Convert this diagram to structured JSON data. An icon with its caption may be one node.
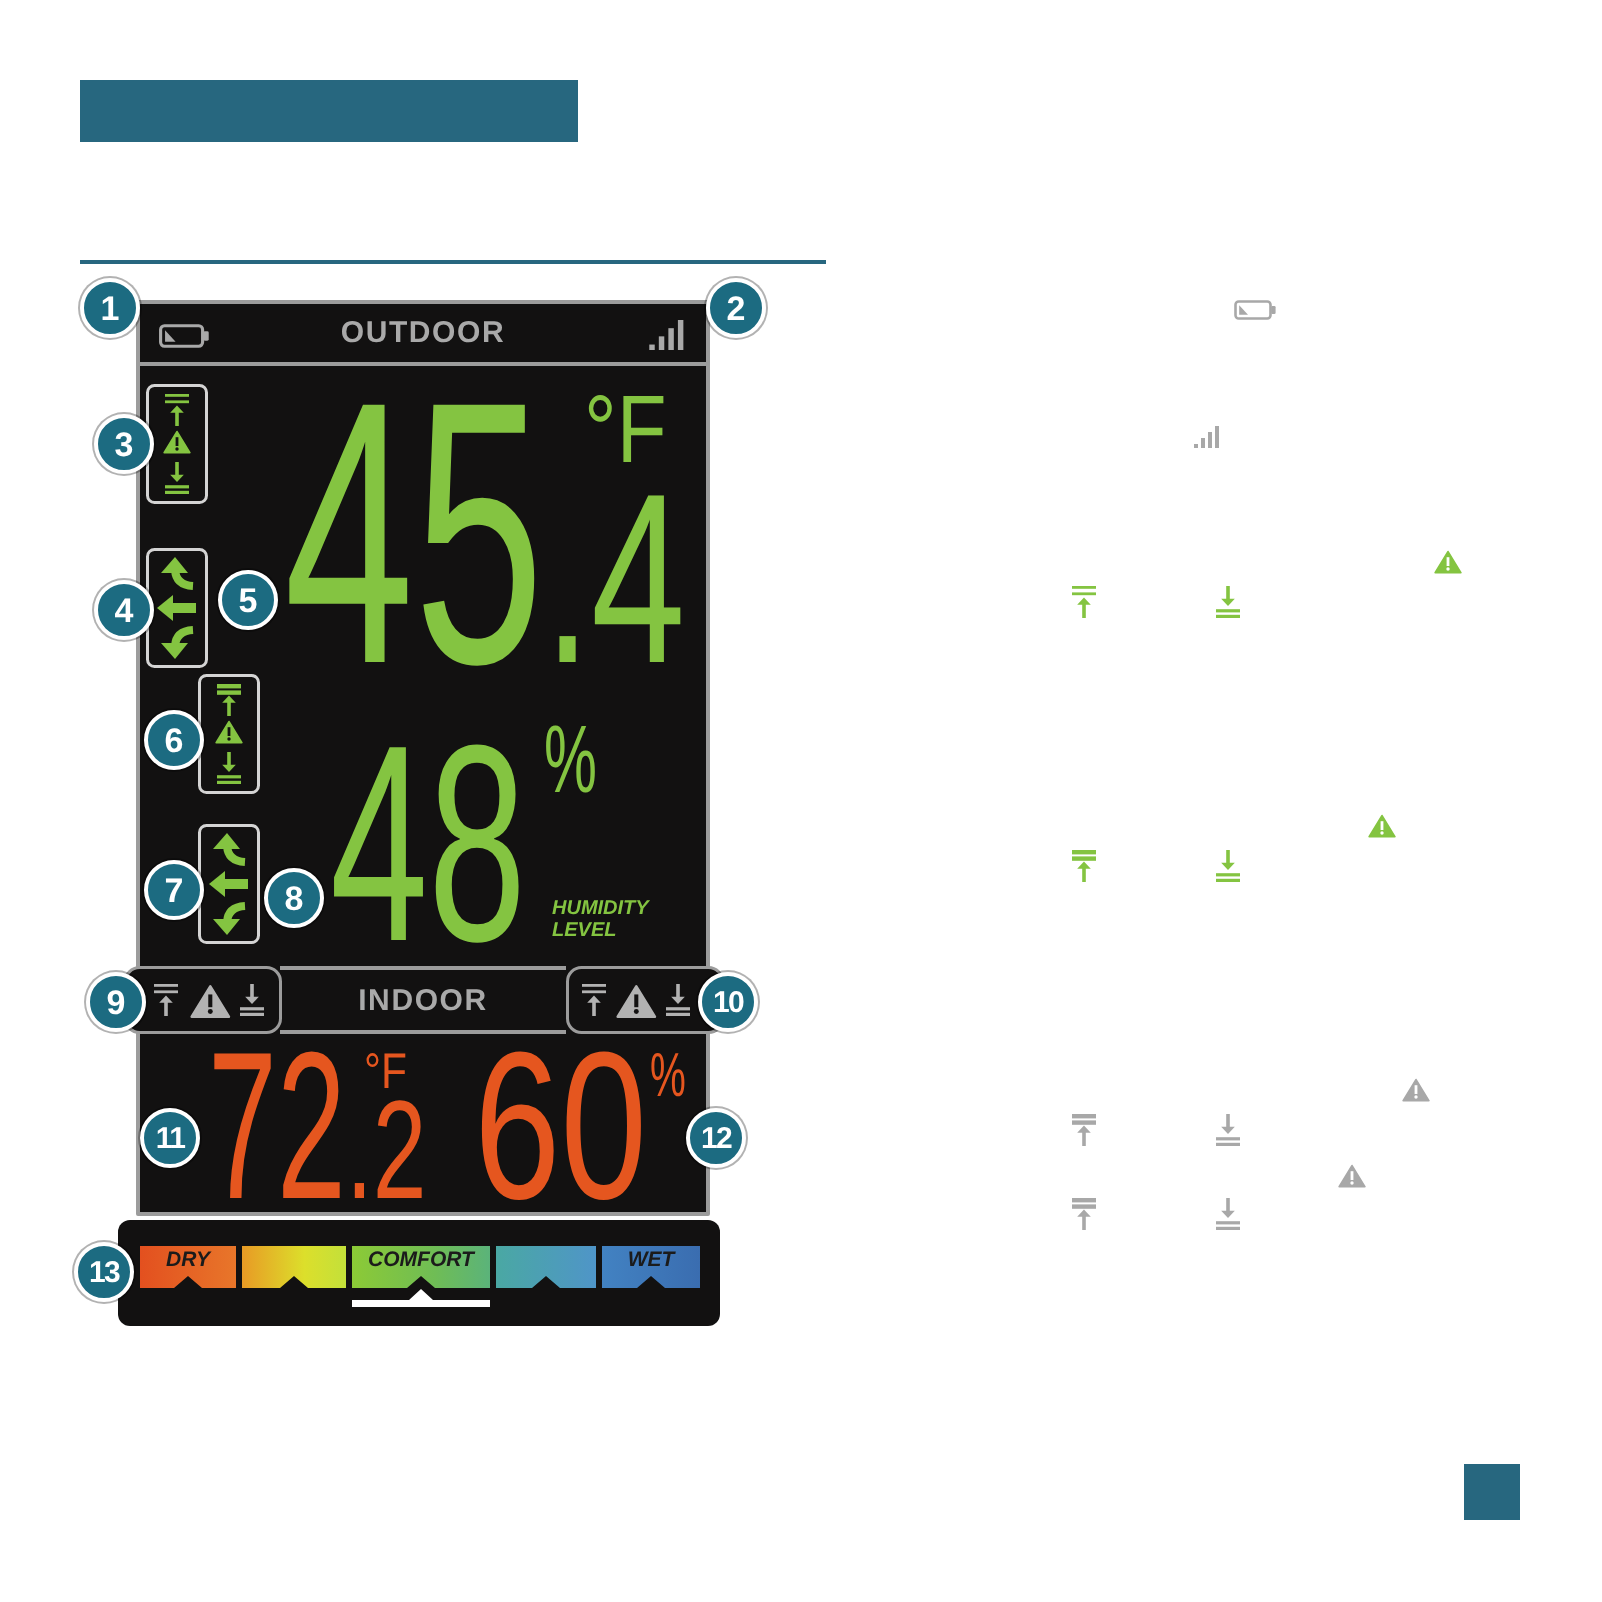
{
  "diagram": {
    "nodes": [
      {
        "text": [],
        "shape": "bar"
      },
      {
        "text": [],
        "shape": "box"
      },
      {
        "text": [
          "OUTDOOR"
        ],
        "in": 1
      },
      {
        "text": [
          "INDOOR"
        ],
        "in": 1
      },
      {
        "text": [],
        "shape": "box"
      },
      {
        "text": [
          "DRY"
        ],
        "in": 4
      },
      {
        "text": [],
        "shape": "bar",
        "in": 4
      },
      {
        "text": [
          "COMFORT"
        ],
        "in": 4
      },
      {
        "text": [],
        "shape": "bar",
        "in": 4
      },
      {
        "text": [
          "WET"
        ],
        "in": 4
      },
      {
        "text": [],
        "shape": "box"
      }
    ],
    "labels": [
      "1",
      "2",
      "3",
      "45",
      ".4",
      "°F",
      "4",
      "5",
      "6",
      "48",
      "%",
      "7",
      "8",
      "HUMIDITY LEVEL",
      "9",
      "10",
      "11",
      "72",
      ".2",
      "°F",
      "60",
      "%",
      "12",
      "13"
    ]
  }
}
